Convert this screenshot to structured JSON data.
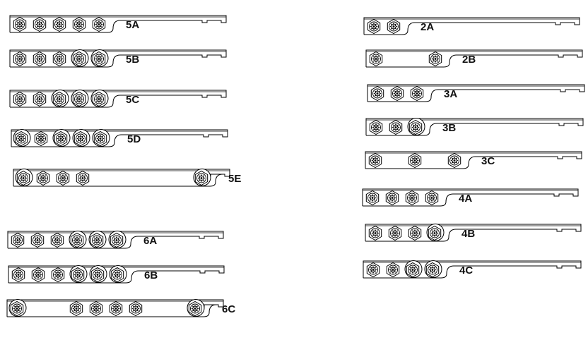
{
  "colors": {
    "stroke": "#000000",
    "background": "#ffffff"
  },
  "rails": [
    {
      "label": "5A",
      "pattern": "AAAAA"
    },
    {
      "label": "5B",
      "pattern": "AAABB"
    },
    {
      "label": "5C",
      "pattern": "AABBB"
    },
    {
      "label": "5D",
      "pattern": "BABBB"
    },
    {
      "label": "5E",
      "pattern": "BAAA-----B"
    },
    {
      "label": "6A",
      "pattern": "AAABBB"
    },
    {
      "label": "6B",
      "pattern": "AAABBB"
    },
    {
      "label": "6C",
      "pattern": "B--AAAA--B"
    },
    {
      "label": "2A",
      "pattern": "AA"
    },
    {
      "label": "2B",
      "pattern": "A--A"
    },
    {
      "label": "3A",
      "pattern": "AAA"
    },
    {
      "label": "3B",
      "pattern": "AAB"
    },
    {
      "label": "3C",
      "pattern": "A-A-A"
    },
    {
      "label": "4A",
      "pattern": "AAAA"
    },
    {
      "label": "4B",
      "pattern": "AAAB"
    },
    {
      "label": "4C",
      "pattern": "AABB"
    }
  ]
}
